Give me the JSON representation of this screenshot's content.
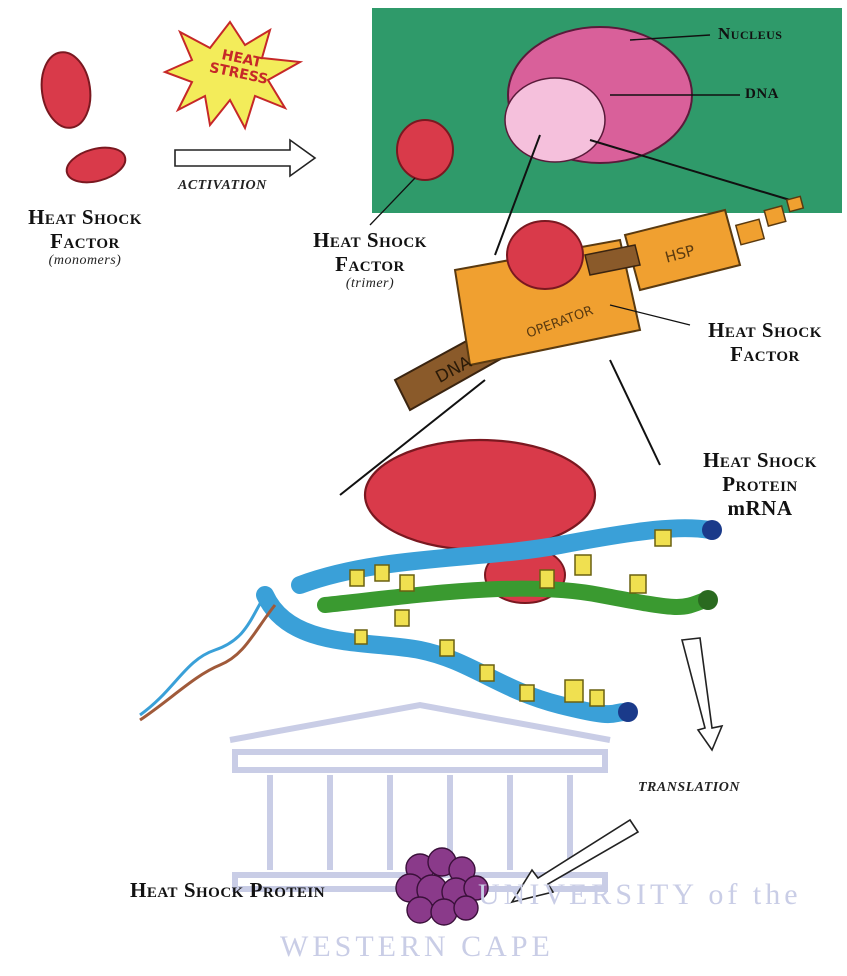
{
  "labels": {
    "hsf_monomers_line1": "Heat Shock",
    "hsf_monomers_line2": "Factor",
    "hsf_monomers_sub": "(monomers)",
    "activation": "ACTIVATION",
    "heat_stress_line1": "HEAT",
    "heat_stress_line2": "STRESS",
    "nucleus": "Nucleus",
    "dna_pointer": "DNA",
    "hsf_trimer_line1": "Heat Shock",
    "hsf_trimer_line2": "Factor",
    "hsf_trimer_sub": "(trimer)",
    "operator_block": "OPERATOR",
    "hsp_block": "HSP",
    "dna_block": "DNA",
    "hsf_bound_line1": "Heat Shock",
    "hsf_bound_line2": "Factor",
    "mrna_line1": "Heat Shock",
    "mrna_line2": "Protein",
    "mrna_line3": "mRNA",
    "translation": "TRANSLATION",
    "hsp_final": "Heat Shock Protein"
  },
  "watermark": {
    "line1": "UNIVERSITY of the",
    "line2": "WESTERN CAPE"
  },
  "colors": {
    "hsf_red": "#d93a4a",
    "nucleus_green": "#2f9a6a",
    "nucleus_pink": "#d9609a",
    "block_orange": "#f0a030",
    "dna_brown": "#8a5a2a",
    "strand_blue": "#3aa0d8",
    "strand_green": "#3a9a30",
    "codon_yellow": "#f0e050",
    "protein_purple": "#8a3a8a"
  }
}
